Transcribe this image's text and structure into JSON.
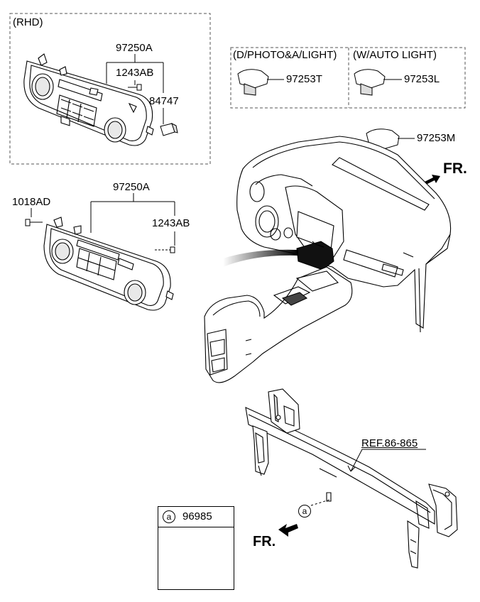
{
  "groups": {
    "rhd": "(RHD)",
    "d_photo": "(D/PHOTO&A/LIGHT)",
    "w_auto": "(W/AUTO LIGHT)"
  },
  "parts": {
    "top_assembly": "97250A",
    "top_screw": "1243AB",
    "top_knob": "84747",
    "sensor_t": "97253T",
    "sensor_l": "97253L",
    "sensor_m": "97253M",
    "lower_assembly": "97250A",
    "lower_screw_left": "1018AD",
    "lower_screw_right": "1243AB",
    "reference": "REF.86-865",
    "legend_part": "96985"
  },
  "callout": "a",
  "front_label": "FR.",
  "front_label_bottom": "FR."
}
